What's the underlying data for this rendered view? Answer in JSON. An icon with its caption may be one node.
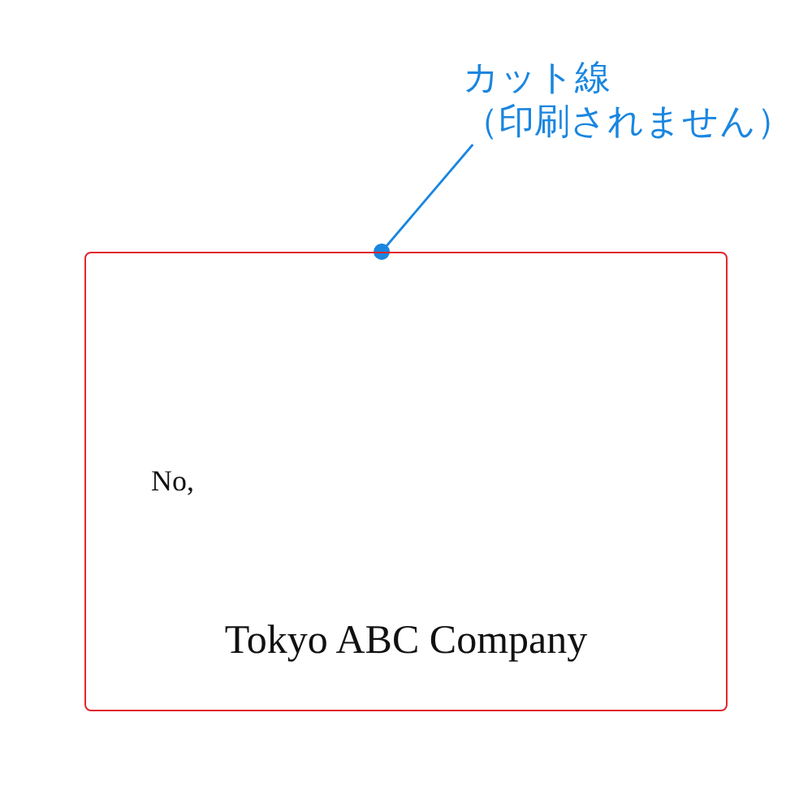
{
  "diagram": {
    "nodes": [
      {
        "text": [
          "カット線（印刷されません）"
        ]
      },
      {
        "text": [
          "No,",
          "Tokyo ABC Company"
        ]
      }
    ],
    "edges": [
      {
        "from": 0,
        "to": 1,
        "arrow": "other"
      }
    ]
  }
}
